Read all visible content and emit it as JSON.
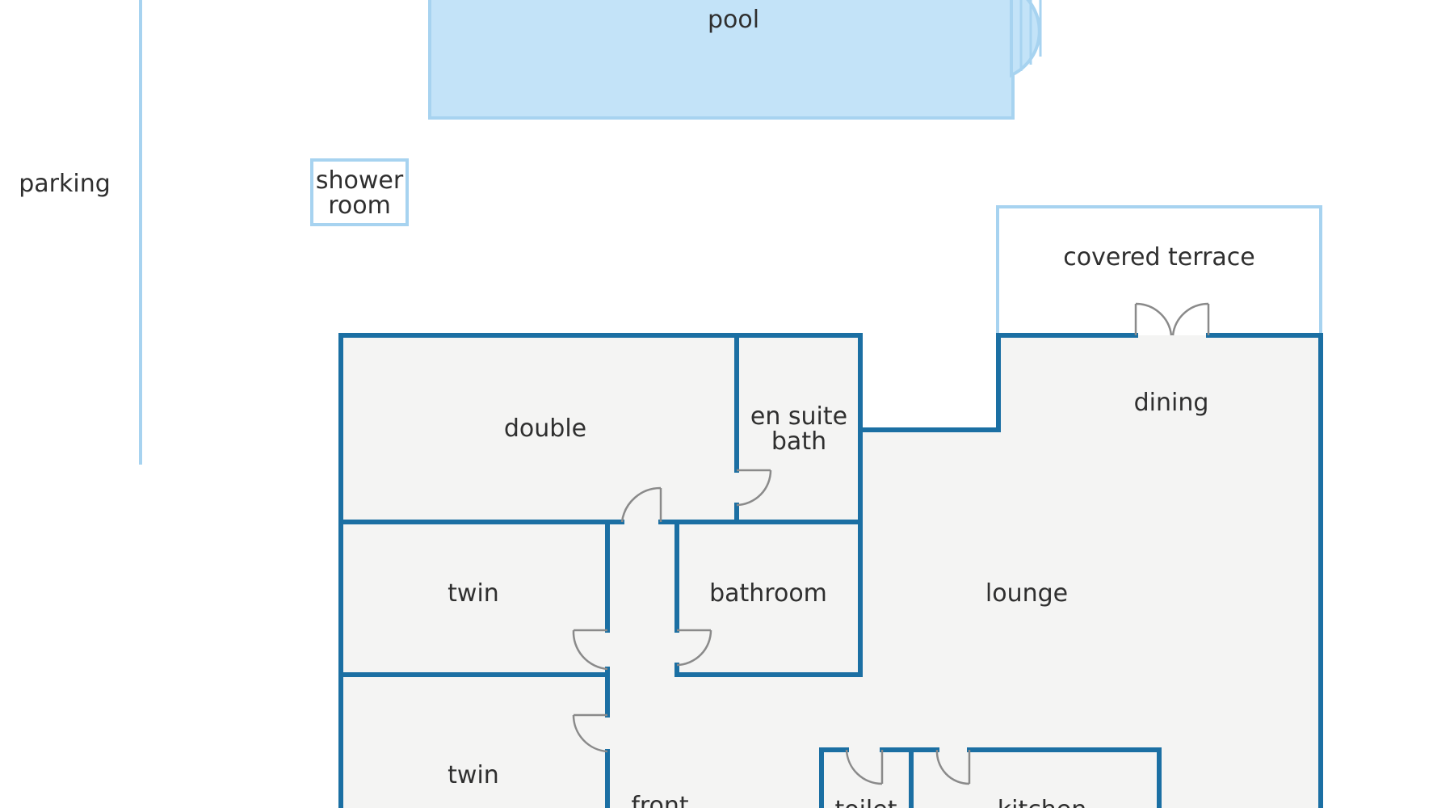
{
  "labels": {
    "parking": "parking",
    "pool": "pool",
    "shower_room_line1": "shower",
    "shower_room_line2": "room",
    "covered_terrace": "covered terrace",
    "double": "double",
    "en_suite_line1": "en suite",
    "en_suite_line2": "bath",
    "dining": "dining",
    "twin_upper": "twin",
    "bathroom": "bathroom",
    "lounge": "lounge",
    "twin_lower": "twin",
    "front": "front",
    "toilet": "toilet",
    "kitchen": "kitchen"
  },
  "colors": {
    "wall": "#1b6fa3",
    "outdoor_outline": "#a7d3f0",
    "pool_fill": "#c3e3f8",
    "floor_fill": "#f4f4f3",
    "door_line": "#8a8a8a",
    "text": "#2f2f2f"
  }
}
